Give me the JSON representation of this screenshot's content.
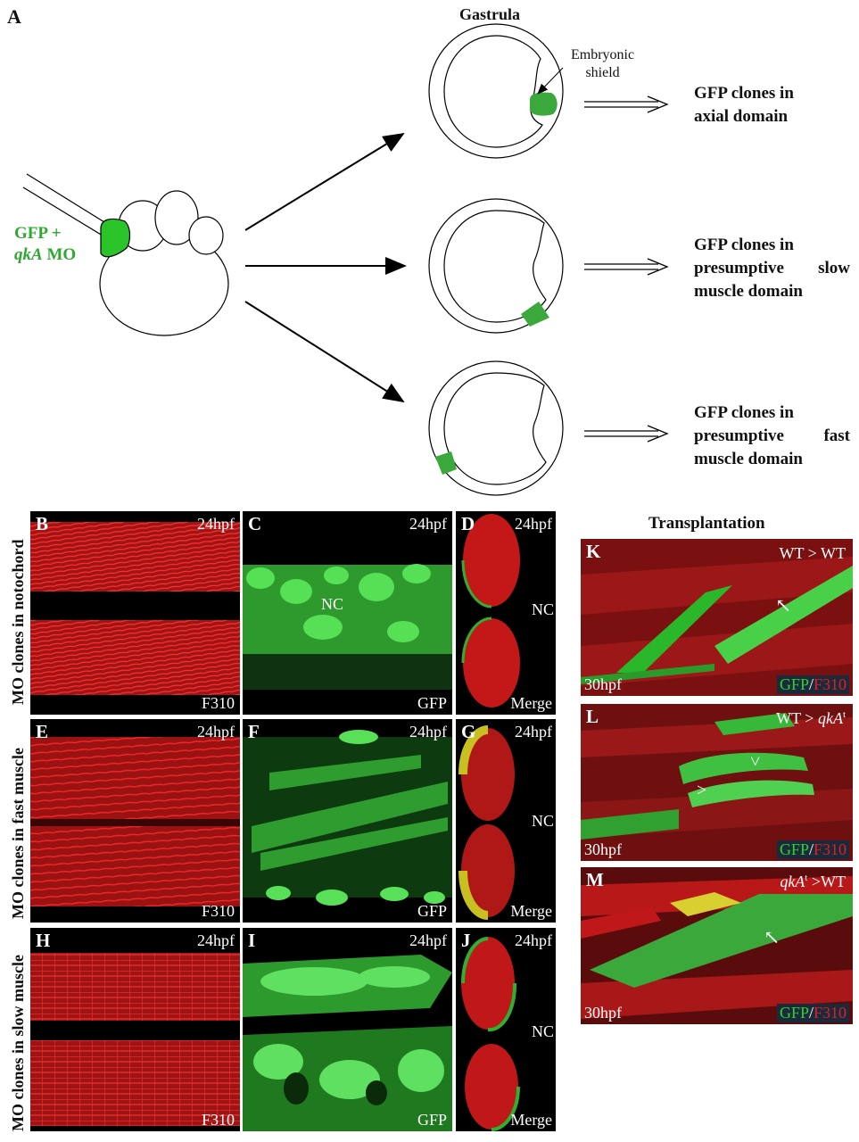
{
  "panelA": {
    "letter": "A",
    "gastrula_title": "Gastrula",
    "shield_label_1": "Embryonic",
    "shield_label_2": "shield",
    "injection_line1": "GFP +",
    "injection_gene": "qkA",
    "injection_mo": " MO",
    "outcomes": [
      {
        "line1": "GFP clones in",
        "line2": "axial domain"
      },
      {
        "line1": "GFP clones in",
        "line2a": "presumptive",
        "line2b": "slow",
        "line3": "muscle domain"
      },
      {
        "line1": "GFP clones in",
        "line2a": "presumptive",
        "line2b": "fast",
        "line3": "muscle domain"
      }
    ]
  },
  "rows": [
    {
      "label": "MO clones in notochord",
      "panels": [
        {
          "letter": "B",
          "time": "24hpf",
          "stain": "F310"
        },
        {
          "letter": "C",
          "time": "24hpf",
          "stain": "GFP",
          "annotation": "NC"
        },
        {
          "letter": "D",
          "time": "24hpf",
          "stain": "Merge",
          "annotation": "NC"
        }
      ]
    },
    {
      "label": "MO clones in fast muscle",
      "panels": [
        {
          "letter": "E",
          "time": "24hpf",
          "stain": "F310"
        },
        {
          "letter": "F",
          "time": "24hpf",
          "stain": "GFP"
        },
        {
          "letter": "G",
          "time": "24hpf",
          "stain": "Merge",
          "annotation": "NC"
        }
      ]
    },
    {
      "label": "MO clones in slow muscle",
      "panels": [
        {
          "letter": "H",
          "time": "24hpf",
          "stain": "F310"
        },
        {
          "letter": "I",
          "time": "24hpf",
          "stain": "GFP"
        },
        {
          "letter": "J",
          "time": "24hpf",
          "stain": "Merge",
          "annotation": "NC"
        }
      ]
    }
  ],
  "transplantation": {
    "title": "Transplantation",
    "panels": [
      {
        "letter": "K",
        "condition": "WT > WT",
        "time": "30hpf",
        "stain_a": "GFP",
        "sep": "/",
        "stain_b": "F310"
      },
      {
        "letter": "L",
        "condition_a": "WT > ",
        "condition_gene": "qkA",
        "condition_sup": "t",
        "time": "30hpf",
        "stain_a": "GFP",
        "sep": "/",
        "stain_b": "F310"
      },
      {
        "letter": "M",
        "condition_gene": "qkA",
        "condition_sup": "t",
        "condition_b": " >WT",
        "time": "30hpf",
        "stain_a": "GFP",
        "sep": "/",
        "stain_b": "F310"
      }
    ]
  },
  "colors": {
    "gfp": "#3fbf3f",
    "f310": "#d42020",
    "background": "#000000"
  }
}
